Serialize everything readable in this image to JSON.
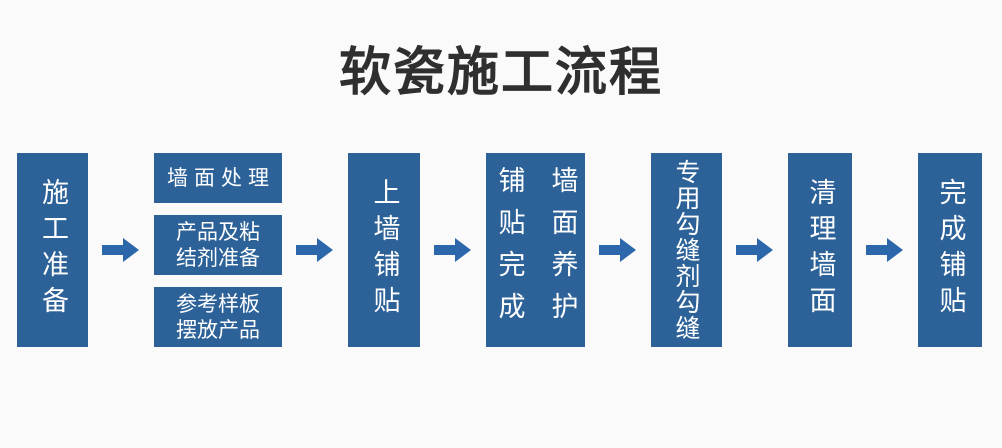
{
  "title": {
    "text": "软瓷施工流程"
  },
  "colors": {
    "page_bg": "#fafafa",
    "title_color": "#2f2f2f",
    "box_bg": "#2d6299",
    "box_text": "#ffffff",
    "arrow": "#2b67aa"
  },
  "icons": {
    "arrow_right": "block-right-arrow"
  },
  "steps": [
    {
      "type": "single",
      "label": "施工准备"
    },
    {
      "type": "stack",
      "items": [
        "墙面处理",
        "产品及粘结剂准备",
        "参考样板摆放产品"
      ]
    },
    {
      "type": "single",
      "label": "上墙铺贴"
    },
    {
      "type": "double",
      "columns": [
        "铺贴完成",
        "墙面养护"
      ]
    },
    {
      "type": "single",
      "label": "专用勾缝剂勾缝"
    },
    {
      "type": "single",
      "label": "清理墙面"
    },
    {
      "type": "single",
      "label": "完成铺贴"
    }
  ]
}
